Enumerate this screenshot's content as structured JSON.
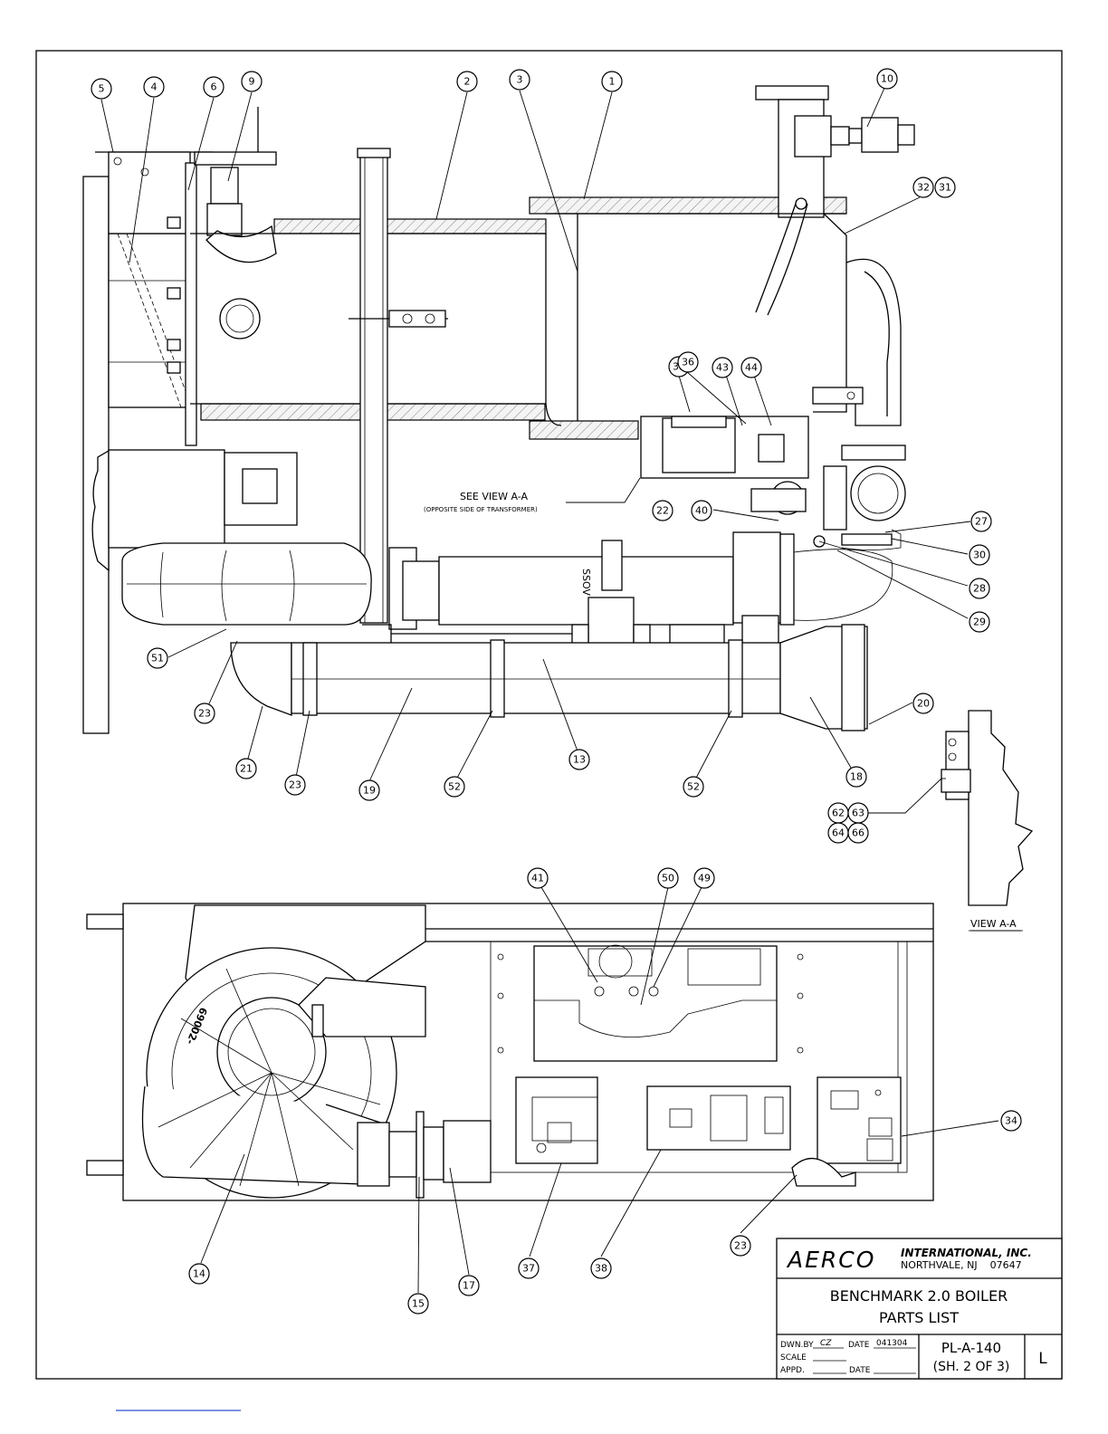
{
  "balloons": [
    {
      "id": "5",
      "label": "5"
    },
    {
      "id": "4",
      "label": "4"
    },
    {
      "id": "6",
      "label": "6"
    },
    {
      "id": "9",
      "label": "9"
    },
    {
      "id": "2",
      "label": "2"
    },
    {
      "id": "3",
      "label": "3"
    },
    {
      "id": "1",
      "label": "1"
    },
    {
      "id": "10",
      "label": "10"
    },
    {
      "id": "32",
      "label": "32"
    },
    {
      "id": "31",
      "label": "31"
    },
    {
      "id": "35",
      "label": "35"
    },
    {
      "id": "36",
      "label": "36"
    },
    {
      "id": "43",
      "label": "43"
    },
    {
      "id": "44",
      "label": "44"
    },
    {
      "id": "40",
      "label": "40"
    },
    {
      "id": "22",
      "label": "22"
    },
    {
      "id": "27",
      "label": "27"
    },
    {
      "id": "30",
      "label": "30"
    },
    {
      "id": "28",
      "label": "28"
    },
    {
      "id": "29",
      "label": "29"
    },
    {
      "id": "51",
      "label": "51"
    },
    {
      "id": "23a",
      "label": "23"
    },
    {
      "id": "20",
      "label": "20"
    },
    {
      "id": "21",
      "label": "21"
    },
    {
      "id": "23b",
      "label": "23"
    },
    {
      "id": "19",
      "label": "19"
    },
    {
      "id": "52a",
      "label": "52"
    },
    {
      "id": "13",
      "label": "13"
    },
    {
      "id": "52b",
      "label": "52"
    },
    {
      "id": "18",
      "label": "18"
    },
    {
      "id": "62",
      "label": "62"
    },
    {
      "id": "63",
      "label": "63"
    },
    {
      "id": "64",
      "label": "64"
    },
    {
      "id": "66",
      "label": "66"
    },
    {
      "id": "41",
      "label": "41"
    },
    {
      "id": "50",
      "label": "50"
    },
    {
      "id": "49",
      "label": "49"
    },
    {
      "id": "34",
      "label": "34"
    },
    {
      "id": "23c",
      "label": "23"
    },
    {
      "id": "14",
      "label": "14"
    },
    {
      "id": "15",
      "label": "15"
    },
    {
      "id": "17",
      "label": "17"
    },
    {
      "id": "37",
      "label": "37"
    },
    {
      "id": "38",
      "label": "38"
    }
  ],
  "notes": {
    "see_view": "SEE VIEW A-A",
    "see_view_sub": "(OPPOSITE SIDE OF TRANSFORMER)",
    "view_aa": "VIEW A-A",
    "ssov": "SSOV",
    "part_number": "69002-"
  },
  "title_block": {
    "company_logo": "AERCO",
    "company_name": "INTERNATIONAL, INC.",
    "company_address": "NORTHVALE, NJ    07647",
    "title_line1": "BENCHMARK 2.0 BOILER",
    "title_line2": "PARTS LIST",
    "dwn_by_label": "DWN.BY",
    "dwn_by_value": "CZ",
    "date_label": "DATE",
    "date_value": "041304",
    "scale_label": "SCALE",
    "appd_label": "APPD.",
    "date2_label": "DATE",
    "drawing_number": "PL-A-140",
    "sheet": "(SH. 2 OF 3)",
    "revision": "L"
  }
}
